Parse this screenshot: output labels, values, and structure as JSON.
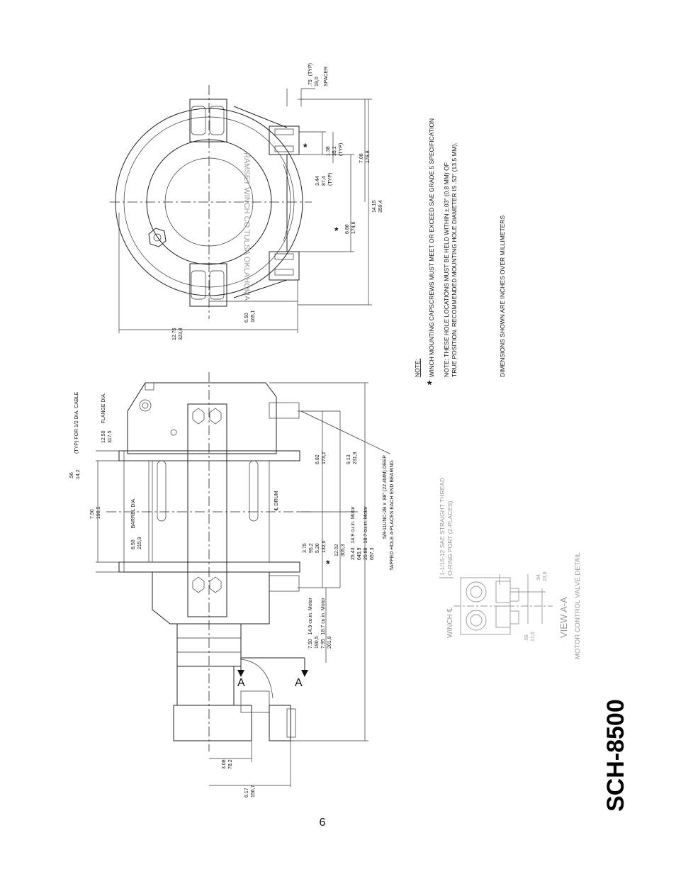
{
  "page": {
    "title": "SCH-8500",
    "page_number": "6"
  },
  "end_view": {
    "spacer": {
      "in": ".75",
      "mm": "19,0",
      "typ": "(TYP)",
      "label": "SPACER"
    },
    "hole_spacing": {
      "in": "1.38",
      "mm": "35,1",
      "typ": "(TYP)",
      "marker": "*"
    },
    "hole_offset": {
      "in": "3.44",
      "mm": "87,4",
      "typ": "(TYP)"
    },
    "mount_width": {
      "in": "6.86",
      "mm": "174,6",
      "marker": "*"
    },
    "half_height": {
      "in": "7.08",
      "mm": "179,8"
    },
    "overall_height": {
      "in": "14.15",
      "mm": "359,4"
    },
    "overall_depth": {
      "in": "12.75",
      "mm": "323,8"
    },
    "center_height": {
      "in": "6.50",
      "mm": "165,1"
    },
    "housing_text": "RAMSEY WINCH CO TULSA OKLAHOMA"
  },
  "side_view": {
    "cable": "(TYP) FOR 1/2 DIA. CABLE",
    "cable_dim": {
      "in": ".56",
      "mm": "14,2"
    },
    "flange": {
      "in": "12.50",
      "mm": "317,5",
      "label": "FLANGE DIA."
    },
    "barrel_width": {
      "in": "7.50",
      "mm": "190,5"
    },
    "barrel": {
      "in": "8.50",
      "mm": "215,9",
      "label": "BARREL DIA."
    },
    "drum_label": "DRUM",
    "drum_offset": {
      "in": "3.75",
      "mm": "95,2"
    },
    "flange_offset": {
      "in": "6.82",
      "mm": "173,2"
    },
    "bearing_span": {
      "in": "9.13",
      "mm": "231,9"
    },
    "mount_span": {
      "in": "5.20",
      "mm": "132,0"
    },
    "mount_length": {
      "in": "12.02",
      "mm": "305,3",
      "marker": "*"
    },
    "overall_149": {
      "in": "25.43",
      "mm": "645,9",
      "label": "14.9 cu.in. Motor"
    },
    "overall_187": {
      "in": "25.88",
      "mm": "657,3",
      "label": "18.7 cu.in. Motor"
    },
    "tapped_hole_1": "5/8-11UNC-2B x .88\" (22.4MM) DEEP",
    "tapped_hole_2": "TAPPED HOLE 4-PLACES EACH END BEARING",
    "motor_149": {
      "in": "7.50",
      "mm": "190,5",
      "label": "14.9 cu.in. Motor"
    },
    "motor_187": {
      "in": "7.95",
      "mm": "201,9",
      "label": "18.7 cu.in. Motor"
    },
    "valve_offset": {
      "in": "3.08",
      "mm": "78,2"
    },
    "valve_length": {
      "in": "6.17",
      "mm": "156,7"
    },
    "section_label": "A"
  },
  "detail_view": {
    "port_1": "1-1/16-12 SAE STRAIGHT THREAD",
    "port_2": "O-RING PORT (2-PLACES)",
    "winch_cl": "WINCH ℄",
    "dim_a": {
      "in": ".94",
      "mm": "23,8"
    },
    "dim_b": {
      "in": ".69",
      "mm": "17,5"
    },
    "view_title": "VIEW A-A",
    "view_subtitle": "MOTOR CONTROL VALVE DETAIL"
  },
  "notes": {
    "heading": "NOTE:",
    "marker": "*",
    "line1": "WINCH MOUNTING CAPSCREWS MUST MEET OR EXCEED SAE GRADE 5 SPECIFICATION",
    "line2": "NOTE: THESE HOLE LOCATIONS MUST BE HELD WITHIN ±.03\" (0.8 MM) OF",
    "line3": "TRUE POSITION. RECOMMENDED MOUNTING HOLE DIAMETER IS .53\" (13.5 MM).",
    "line4": "DIMENSIONS SHOWN ARE INCHES OVER MILLIMETERS"
  }
}
